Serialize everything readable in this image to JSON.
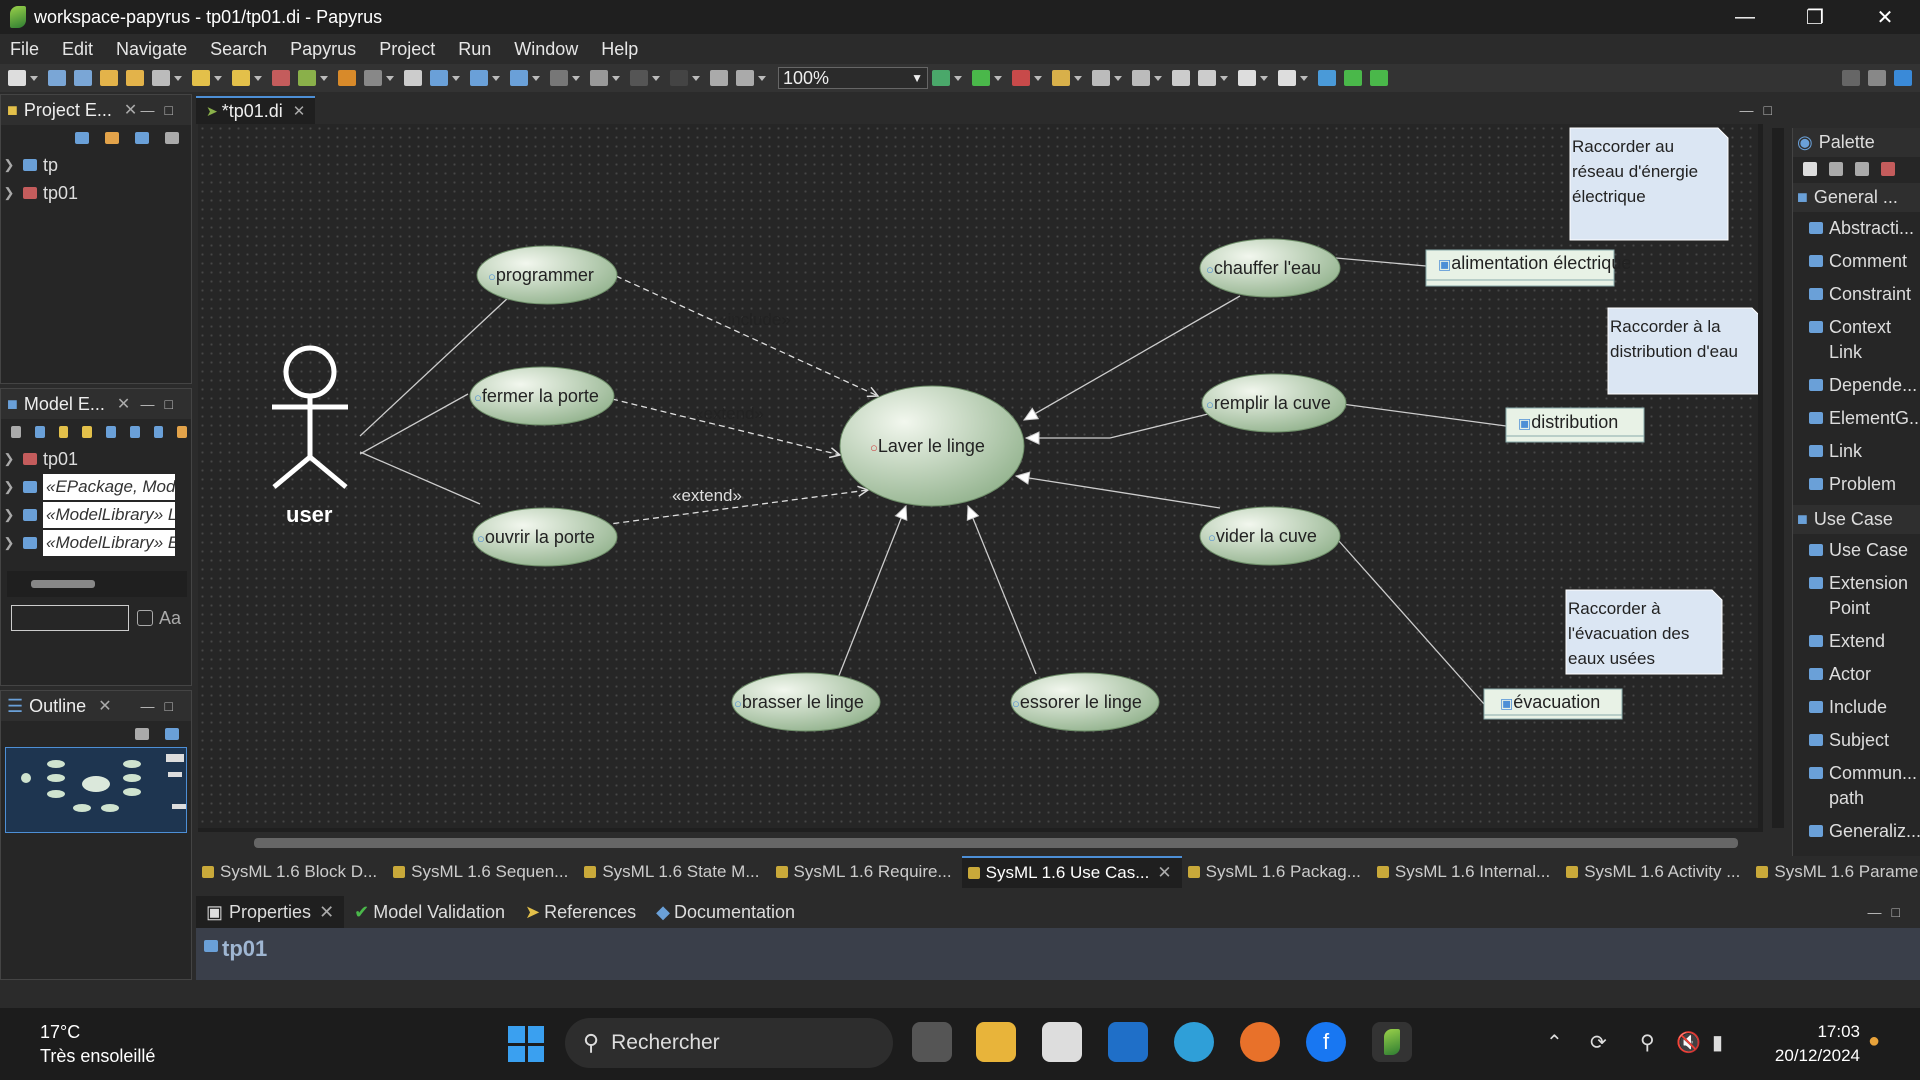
{
  "window": {
    "title": "workspace-papyrus - tp01/tp01.di - Papyrus"
  },
  "menu": [
    "File",
    "Edit",
    "Navigate",
    "Search",
    "Papyrus",
    "Project",
    "Run",
    "Window",
    "Help"
  ],
  "toolbar": {
    "zoom": "100%"
  },
  "project_explorer": {
    "title": "Project E...",
    "items": [
      "tp",
      "tp01"
    ]
  },
  "model_explorer": {
    "title": "Model E...",
    "items": [
      "tp01",
      "«EPackage, Mode",
      "«ModelLibrary» L",
      "«ModelLibrary» E"
    ],
    "filter_label": "Aa"
  },
  "outline": {
    "title": "Outline"
  },
  "editor": {
    "tab": "*tp01.di"
  },
  "diagram": {
    "actor": "user",
    "main_usecase": "Laver le linge",
    "usecases": [
      "programmer",
      "fermer la porte",
      "ouvrir la porte",
      "brasser le linge",
      "essorer le linge",
      "chauffer l'eau",
      "remplir la cuve",
      "vider la cuve"
    ],
    "blocks": [
      "alimentation électrique",
      "distribution",
      "évacuation"
    ],
    "comments": [
      "Raccorder au réseau d'énergie électrique",
      "Raccorder à la distribution d'eau",
      "Raccorder à l'évacuation des eaux usées"
    ],
    "stereotypes": [
      "«include»",
      "«extend»",
      "«extend»"
    ]
  },
  "palette": {
    "title": "Palette",
    "general_header": "General ...",
    "general_items": [
      "Abstracti...",
      "Comment",
      "Constraint",
      "Context Link",
      "Depende...",
      "ElementG...",
      "Link",
      "Problem"
    ],
    "usecase_header": "Use Case",
    "usecase_items": [
      "Use Case",
      "Extension Point",
      "Extend",
      "Actor",
      "Include",
      "Subject",
      "Commun... path",
      "Generaliz..."
    ]
  },
  "diagram_tabs": [
    "SysML 1.6 Block D...",
    "SysML 1.6 Sequen...",
    "SysML 1.6 State M...",
    "SysML 1.6 Require...",
    "SysML 1.6 Use Cas...",
    "SysML 1.6 Packag...",
    "SysML 1.6 Internal...",
    "SysML 1.6 Activity ...",
    "SysML 1.6 Parame..."
  ],
  "properties": {
    "tabs": [
      "Properties",
      "Model Validation",
      "References",
      "Documentation"
    ],
    "title": "tp01"
  },
  "taskbar": {
    "temp": "17°C",
    "weather": "Très ensoleillé",
    "search": "Rechercher",
    "time": "17:03",
    "date": "20/12/2024"
  }
}
